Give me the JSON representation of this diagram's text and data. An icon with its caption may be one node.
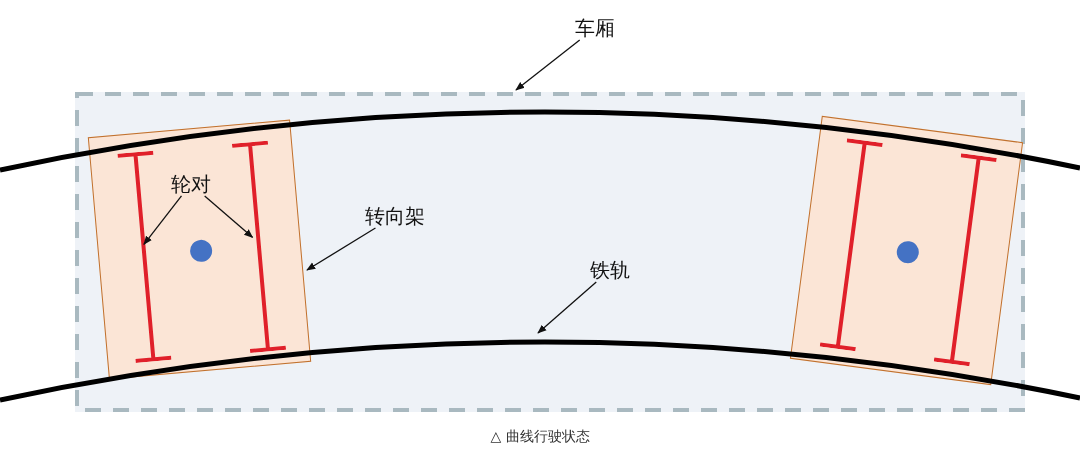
{
  "diagram": {
    "caption": "△ 曲线行驶状态",
    "nodes": [
      {
        "text": [
          "车厢"
        ]
      },
      {
        "text": [],
        "shape": "box"
      },
      {
        "text": [],
        "shape": "box",
        "in": 1
      },
      {
        "text": [],
        "shape": "bar",
        "in": 2
      },
      {
        "text": [],
        "shape": "bar",
        "in": 2
      },
      {
        "text": [],
        "shape": "box",
        "in": 1
      },
      {
        "text": [],
        "shape": "bar",
        "in": 5
      },
      {
        "text": [],
        "shape": "bar",
        "in": 5
      },
      {
        "text": [
          "轮对"
        ],
        "in": 2
      },
      {
        "text": [
          "转向架"
        ],
        "in": 1
      },
      {
        "text": [
          "铁轨"
        ],
        "in": 1
      },
      {
        "text": [],
        "shape": "line"
      },
      {
        "text": [],
        "shape": "line"
      }
    ],
    "edges": [
      {
        "from": 0,
        "to": 1,
        "arrow": "to"
      },
      {
        "from": 8,
        "to": 3,
        "arrow": "to"
      },
      {
        "from": 8,
        "to": 4,
        "arrow": "to"
      },
      {
        "from": 9,
        "to": 2,
        "arrow": "to"
      },
      {
        "from": 10,
        "to": 12,
        "arrow": "to"
      }
    ]
  }
}
